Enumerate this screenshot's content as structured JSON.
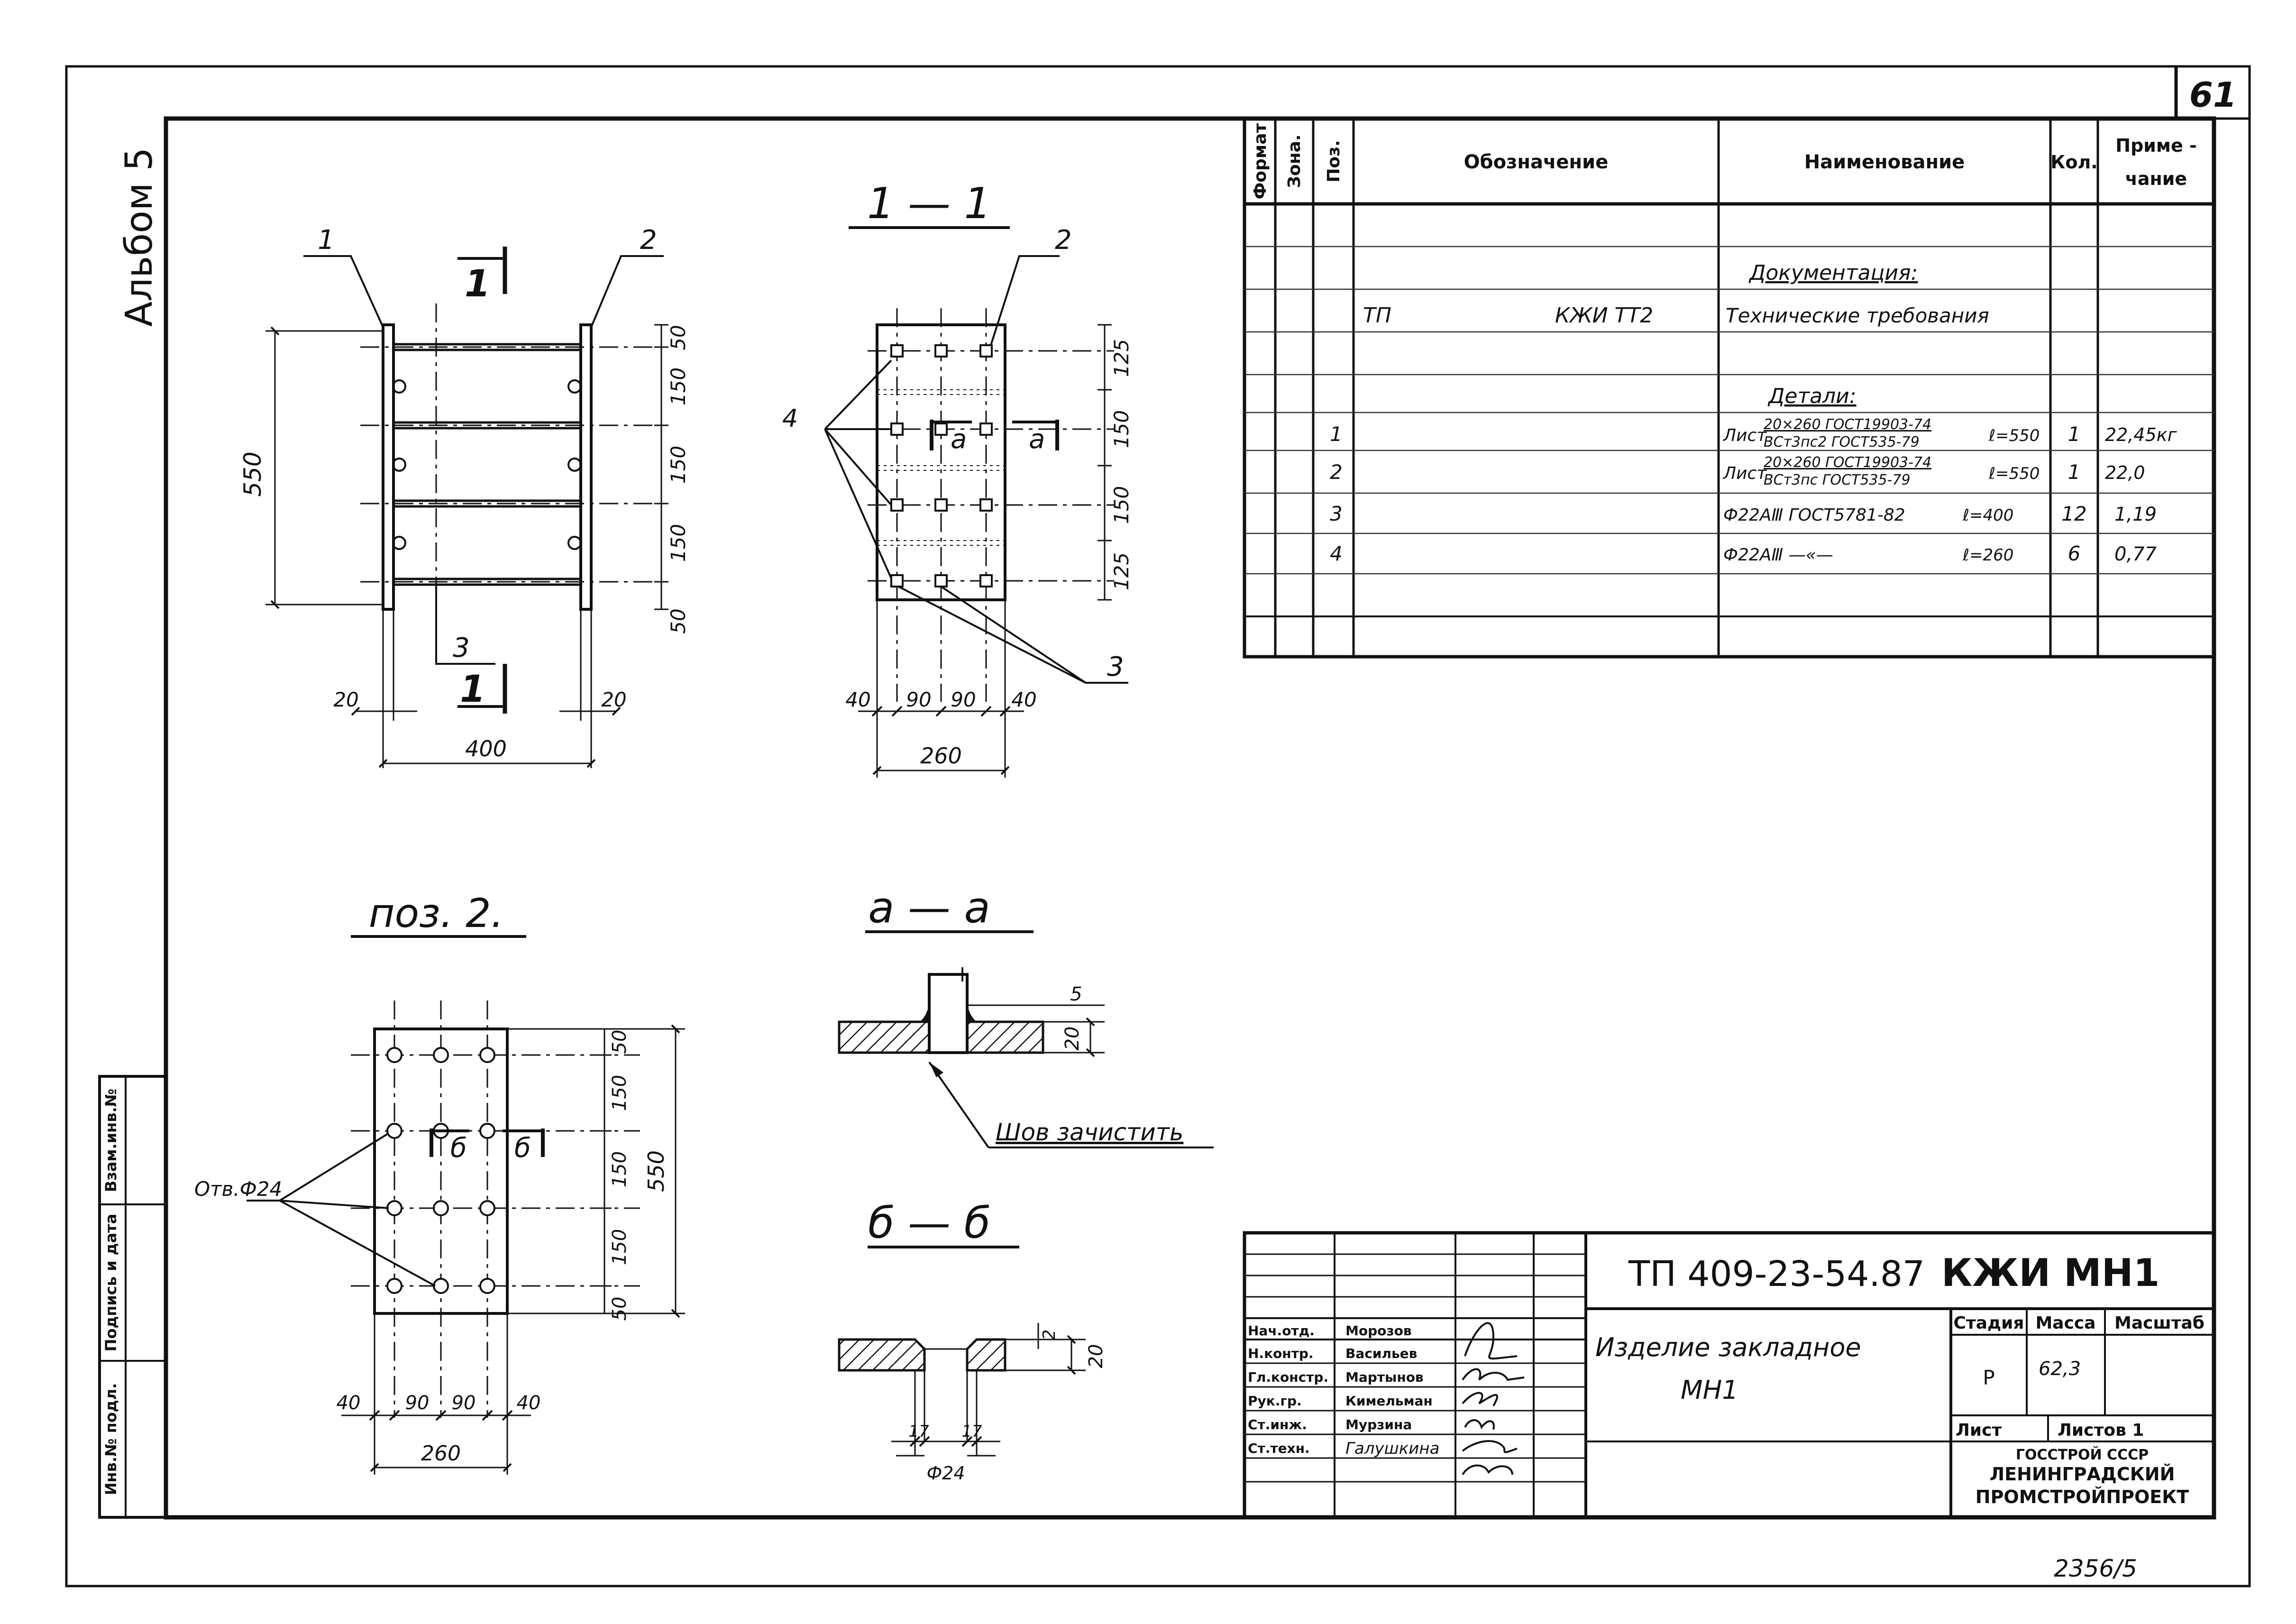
{
  "sheet": {
    "page_number": "61",
    "album": "Альбом 5",
    "bottom_number": "2356/5"
  },
  "spec": {
    "headers": {
      "format": "Формат",
      "zone": "Зона.",
      "pos": "Поз.",
      "designation": "Обозначение",
      "name": "Наименование",
      "qty": "Кол.",
      "note_line1": "Приме -",
      "note_line2": "чание"
    },
    "documentation_title": "Документация:",
    "doc_row": {
      "designation_left": "ТП",
      "designation_right": "КЖИ ТТ2",
      "name": "Технические требования"
    },
    "details_title": "Детали:",
    "rows": [
      {
        "pos": "1",
        "name_prefix": "Лист",
        "name_top": "20×260 ГОСТ19903-74",
        "name_bottom": "ВСт3пс2 ГОСТ535-79",
        "length": "ℓ=550",
        "qty": "1",
        "note": "22,45кг"
      },
      {
        "pos": "2",
        "name_prefix": "Лист",
        "name_top": "20×260 ГОСТ19903-74",
        "name_bottom": "ВСт3пс ГОСТ535-79",
        "length": "ℓ=550",
        "qty": "1",
        "note": "22,0"
      },
      {
        "pos": "3",
        "name": "Ф22АⅢ ГОСТ5781-82",
        "length": "ℓ=400",
        "qty": "12",
        "note": "1,19"
      },
      {
        "pos": "4",
        "name": "Ф22АⅢ —«—",
        "length": "ℓ=260",
        "qty": "6",
        "note": "0,77"
      }
    ]
  },
  "views": {
    "main": {
      "callouts": [
        "1",
        "2",
        "3"
      ],
      "section_mark": "1",
      "dims_vertical": [
        "50",
        "150",
        "150",
        "150",
        "50"
      ],
      "overall_height": "550",
      "end_dims": [
        "20",
        "20"
      ],
      "overall_width": "400"
    },
    "section_1_1": {
      "title": "1 — 1",
      "callouts": [
        "2",
        "4",
        "3"
      ],
      "cut_marks": [
        "а",
        "а"
      ],
      "dims_vertical": [
        "125",
        "150",
        "150",
        "125"
      ],
      "dims_horizontal": [
        "40",
        "90",
        "90",
        "40"
      ],
      "overall_width": "260"
    },
    "pos2": {
      "title": "поз. 2.",
      "hole_label": "Отв.Ф24",
      "cut_marks": [
        "б",
        "б"
      ],
      "dims_vertical": [
        "50",
        "150",
        "150",
        "150",
        "50"
      ],
      "overall_height": "550",
      "dims_horizontal": [
        "40",
        "90",
        "90",
        "40"
      ],
      "overall_width": "260"
    },
    "section_a_a": {
      "title": "а — а",
      "weld_dim": "5",
      "thickness": "20",
      "weld_note": "Шов зачистить"
    },
    "section_b_b": {
      "title": "б — б",
      "chamfer": "2",
      "thickness": "20",
      "side_dims": [
        "17",
        "17"
      ],
      "hole_diameter": "Ф24"
    }
  },
  "side_stamp": [
    "Инв.№ подл.",
    "Подпись и дата",
    "Взам.инв.№"
  ],
  "title_block": {
    "code": "ТП 409-23-54.87",
    "mark": "КЖИ МН1",
    "item_name_line1": "Изделие закладное",
    "item_name_line2": "МН1",
    "headers": {
      "stage": "Стадия",
      "mass": "Масса",
      "scale": "Масштаб",
      "sheet": "Лист",
      "sheets": "Листов 1"
    },
    "values": {
      "stage": "Р",
      "mass": "62,3"
    },
    "org_line1": "ГОССТРОЙ СССР",
    "org_line2": "ЛЕНИНГРАДСКИЙ",
    "org_line3": "ПРОМСТРОЙПРОЕКТ",
    "people": [
      {
        "role": "Нач.отд.",
        "name": "Морозов"
      },
      {
        "role": "Н.контр.",
        "name": "Васильев"
      },
      {
        "role": "Гл.констр.",
        "name": "Мартынов"
      },
      {
        "role": "Рук.гр.",
        "name": "Кимельман"
      },
      {
        "role": "Ст.инж.",
        "name": "Мурзина"
      },
      {
        "role": "Ст.техн.",
        "name": "Галушкина"
      }
    ]
  }
}
